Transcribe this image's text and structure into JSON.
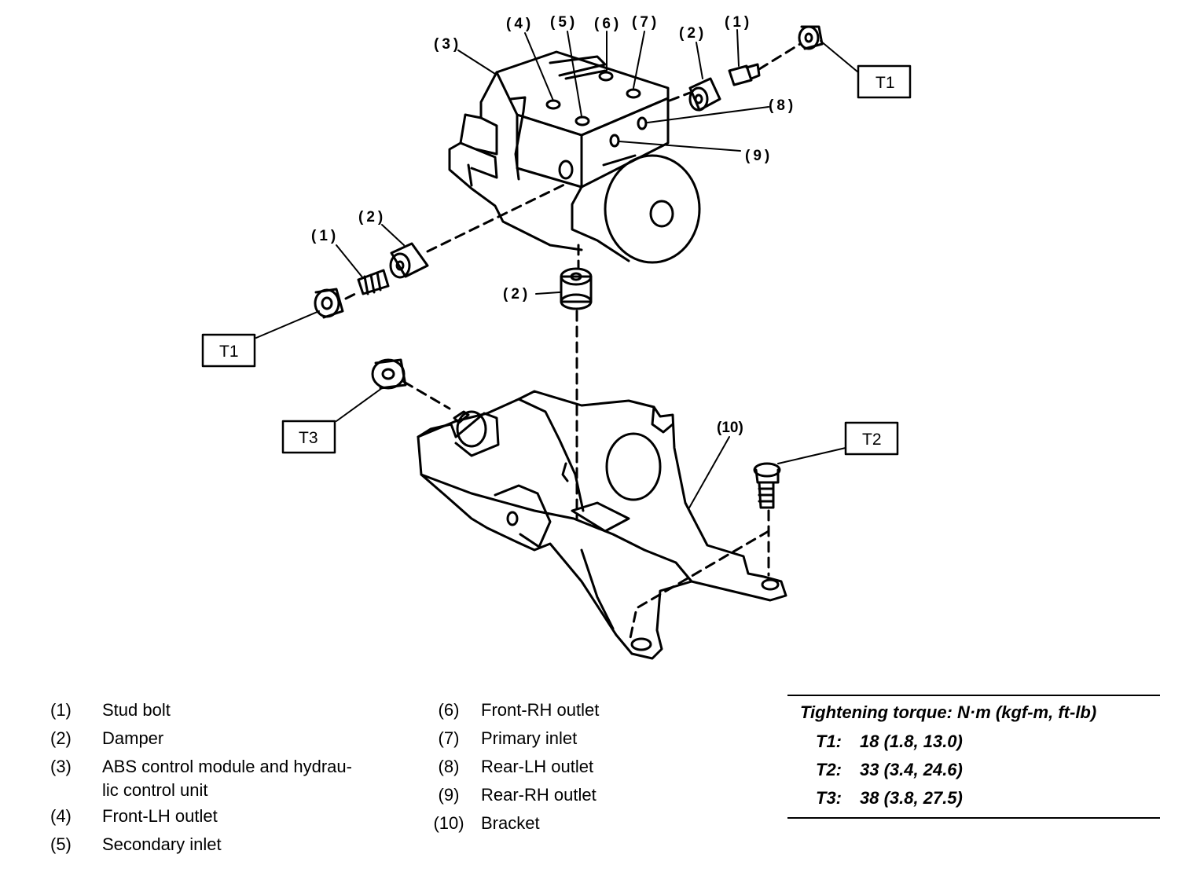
{
  "callouts": {
    "c1_top": "(1)",
    "c2_top": "(2)",
    "c3": "(3)",
    "c4": "(4)",
    "c5": "(5)",
    "c6": "(6)",
    "c7": "(7)",
    "c8": "(8)",
    "c9": "(9)",
    "c1_left": "(1)",
    "c2_left": "(2)",
    "c2_mid": "(2)",
    "c10": "(10)"
  },
  "torque_boxes": {
    "t1_top": "T1",
    "t1_left": "T1",
    "t3": "T3",
    "t2": "T2"
  },
  "legend": {
    "left": [
      {
        "num": "(1)",
        "text": "Stud bolt"
      },
      {
        "num": "(2)",
        "text": "Damper"
      },
      {
        "num": "(3)",
        "text": "ABS control module and hydrau-\nlic control unit"
      },
      {
        "num": "(4)",
        "text": "Front-LH outlet"
      },
      {
        "num": "(5)",
        "text": "Secondary inlet"
      }
    ],
    "right": [
      {
        "num": "(6)",
        "text": "Front-RH outlet"
      },
      {
        "num": "(7)",
        "text": "Primary inlet"
      },
      {
        "num": "(8)",
        "text": "Rear-LH outlet"
      },
      {
        "num": "(9)",
        "text": "Rear-RH outlet"
      },
      {
        "num": "(10)",
        "text": "Bracket"
      }
    ]
  },
  "torque_table": {
    "title": "Tightening torque: N·m (kgf-m, ft-lb)",
    "rows": [
      {
        "key": "T1:",
        "value": "18 (1.8, 13.0)"
      },
      {
        "key": "T2:",
        "value": "33 (3.4, 24.6)"
      },
      {
        "key": "T3:",
        "value": "38 (3.8, 27.5)"
      }
    ]
  }
}
